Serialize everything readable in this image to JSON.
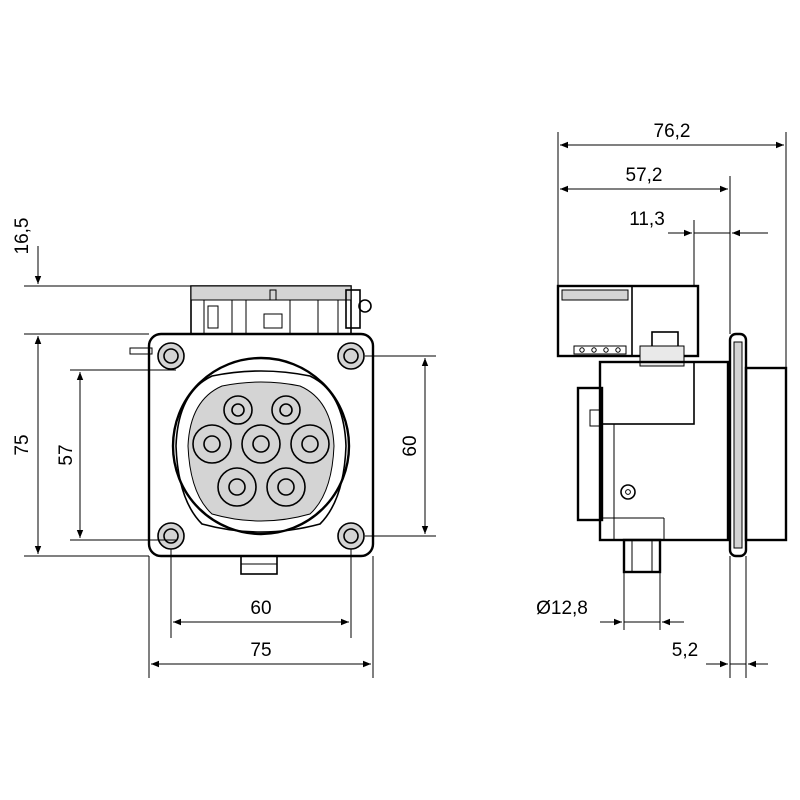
{
  "front_view": {
    "dims": {
      "top_offset": "16,5",
      "total_height": "75",
      "inner_height": "57",
      "hole_spacing_vertical": "60",
      "hole_spacing_horizontal": "60",
      "total_width": "75"
    }
  },
  "side_view": {
    "dims": {
      "total_depth": "76,2",
      "depth_to_flange": "57,2",
      "flange_offset": "11,3",
      "diameter": "Ø12,8",
      "flange_thickness": "5,2"
    }
  }
}
